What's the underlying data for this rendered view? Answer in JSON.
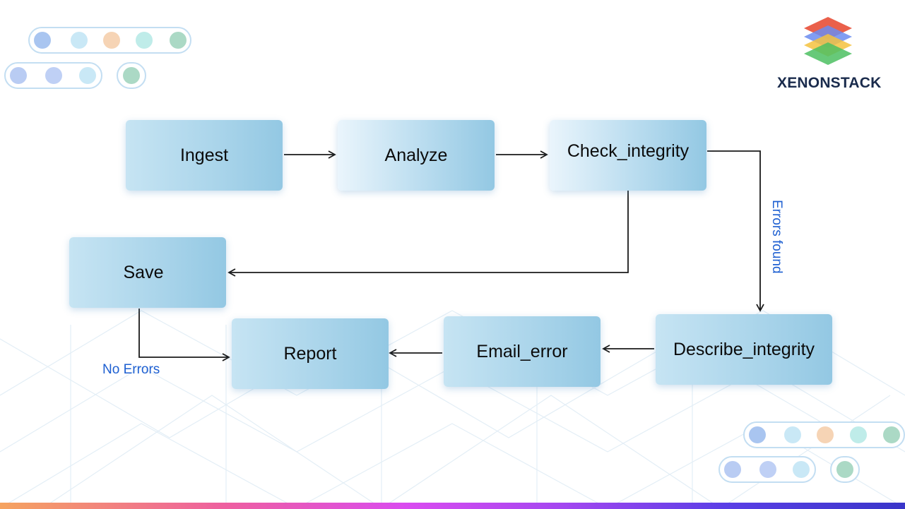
{
  "brand": {
    "name": "XENONSTACK"
  },
  "nodes": {
    "ingest": "Ingest",
    "analyze": "Analyze",
    "check_integrity": "Check_integrity",
    "save": "Save",
    "report": "Report",
    "email_error": "Email_error",
    "describe_integrity": "Describe_integrity"
  },
  "edge_labels": {
    "errors_found": "Errors found",
    "no_errors": "No Errors"
  },
  "edges": [
    {
      "from": "ingest",
      "to": "analyze"
    },
    {
      "from": "analyze",
      "to": "check_integrity"
    },
    {
      "from": "check_integrity",
      "to": "describe_integrity",
      "label": "Errors found"
    },
    {
      "from": "check_integrity",
      "to": "save"
    },
    {
      "from": "save",
      "to": "report",
      "label": "No Errors"
    },
    {
      "from": "describe_integrity",
      "to": "email_error"
    },
    {
      "from": "email_error",
      "to": "report"
    }
  ],
  "colors": {
    "node_fill": "#a9d4ea",
    "edge_label": "#1d5fd1",
    "arrow": "#1a1a1a",
    "brand_text": "#1a2b4c"
  }
}
